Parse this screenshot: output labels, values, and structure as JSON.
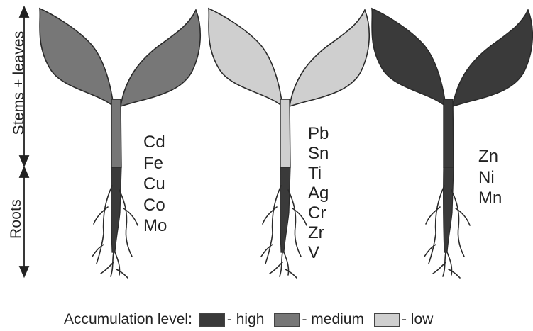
{
  "axis": {
    "stems_leaves_label": "Stems + leaves",
    "roots_label": "Roots"
  },
  "plants": [
    {
      "id": "plant-1",
      "shoot_accumulation": "medium",
      "root_accumulation": "high",
      "elements": [
        "Cd",
        "Fe",
        "Cu",
        "Co",
        "Mo"
      ]
    },
    {
      "id": "plant-2",
      "shoot_accumulation": "low",
      "root_accumulation": "high",
      "elements": [
        "Pb",
        "Sn",
        "Ti",
        "Ag",
        "Cr",
        "Zr",
        "V"
      ]
    },
    {
      "id": "plant-3",
      "shoot_accumulation": "high",
      "root_accumulation": "high",
      "elements": [
        "Zn",
        "Ni",
        "Mn"
      ]
    }
  ],
  "legend": {
    "title": "Accumulation level:",
    "items": [
      {
        "level": "high",
        "label": "- high",
        "color": "#3a3a3a"
      },
      {
        "level": "medium",
        "label": "- medium",
        "color": "#777777"
      },
      {
        "level": "low",
        "label": "- low",
        "color": "#cfcfcf"
      }
    ]
  },
  "colors": {
    "high": "#3a3a3a",
    "medium": "#777777",
    "low": "#cfcfcf",
    "outline": "#2a2a2a",
    "text": "#222222"
  }
}
